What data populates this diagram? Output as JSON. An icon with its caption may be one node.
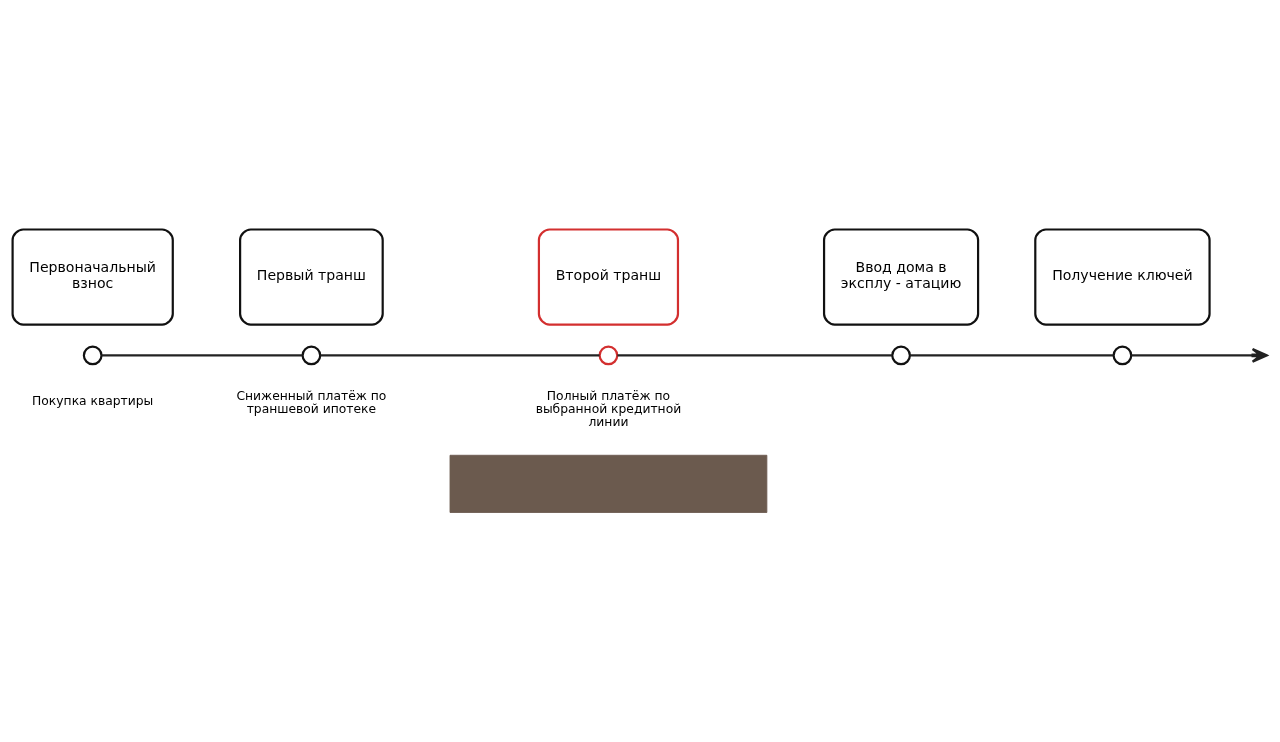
{
  "diagram": {
    "nodes": [
      {
        "text": [
          "Первоначальный взнос"
        ]
      },
      {
        "text": [
          "Первый транш"
        ]
      },
      {
        "text": [
          "Второй транш"
        ]
      },
      {
        "text": [
          "Ввод дома в эксплу - атацию"
        ]
      },
      {
        "text": [
          "Получение ключей"
        ]
      },
      {
        "text": [],
        "shape": "circle",
        "beside": [
          "Покупка квартиры"
        ]
      },
      {
        "text": [],
        "shape": "circle",
        "beside": [
          "Сниженный платёж по траншевой ипотеке"
        ]
      },
      {
        "text": [],
        "shape": "circle",
        "beside": [
          "Полный платёж по выбранной кредитной линии"
        ]
      },
      {
        "text": [],
        "shape": "circle"
      },
      {
        "text": [],
        "shape": "circle"
      },
      {
        "text": [],
        "shape": "box"
      }
    ],
    "edges": [
      {
        "from": 5,
        "to": 6,
        "arrow": "none"
      },
      {
        "from": 6,
        "to": 7,
        "arrow": "none"
      },
      {
        "from": 7,
        "to": 8,
        "arrow": "none"
      },
      {
        "from": 8,
        "to": 9,
        "arrow": "none"
      },
      {
        "from": 9,
        "to": null,
        "arrow": "to"
      }
    ]
  }
}
